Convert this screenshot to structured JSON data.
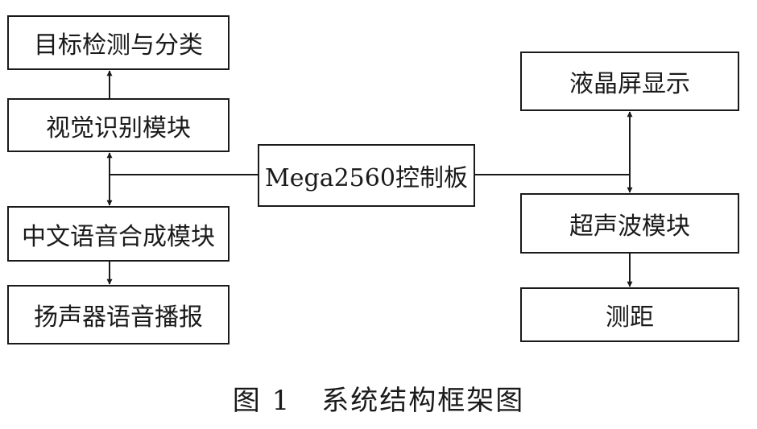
{
  "nodes": {
    "detect": "目标检测与分类",
    "vision": "视觉识别模块",
    "tts": "中文语音合成模块",
    "speaker": "扬声器语音播报",
    "controller": "Mega2560控制板",
    "lcd": "液晶屏显示",
    "ultrasonic": "超声波模块",
    "ranging": "测距"
  },
  "caption": {
    "number": "图 1",
    "title": "系统结构框架图"
  },
  "colors": {
    "stroke": "#1a1a1a",
    "background": "#ffffff"
  }
}
